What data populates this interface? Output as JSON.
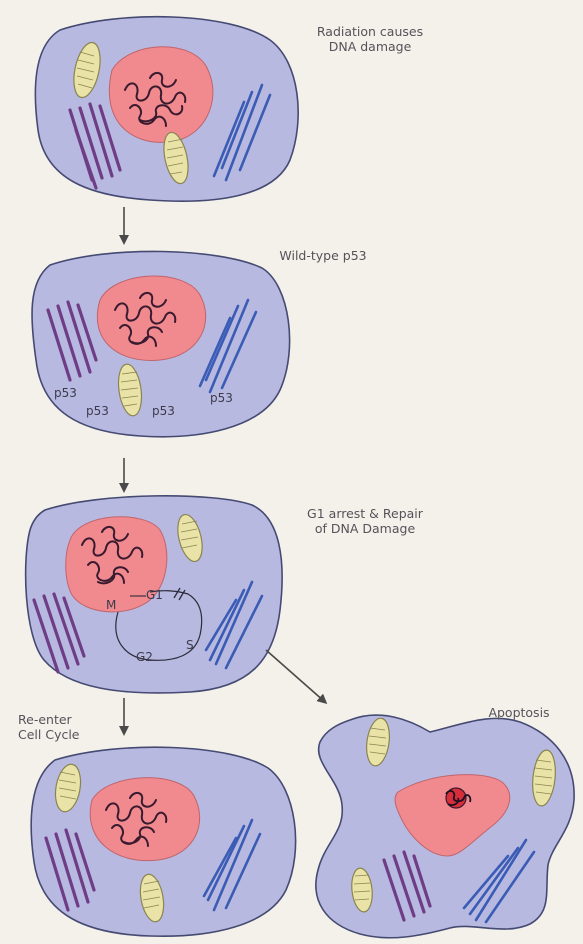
{
  "colors": {
    "background": "#f4f1ea",
    "cell_fill": "#b7b9e0",
    "cell_stroke": "#454a72",
    "nucleus_fill": "#f08a8f",
    "chromatin": "#3a1a2e",
    "mitochondria_fill": "#e9e3a8",
    "mitochondria_stroke": "#8a8450",
    "fibers_purple": "#6e3d86",
    "fibers_blue": "#3b5cb5",
    "arrow": "#4a4a4a"
  },
  "stages": {
    "radiation": {
      "line1": "Radiation causes",
      "line2": "DNA damage"
    },
    "wildtype": {
      "text": "Wild-type p53"
    },
    "arrest": {
      "line1": "G1 arrest & Repair",
      "line2": "of DNA Damage"
    },
    "reenter": {
      "line1": "Re-enter",
      "line2": "Cell Cycle"
    },
    "apoptosis": {
      "text": "Apoptosis"
    }
  },
  "p53_labels": [
    "p53",
    "p53",
    "p53",
    "p53"
  ],
  "cell_cycle": {
    "g1": "G1",
    "s": "S",
    "g2": "G2",
    "m": "M"
  }
}
